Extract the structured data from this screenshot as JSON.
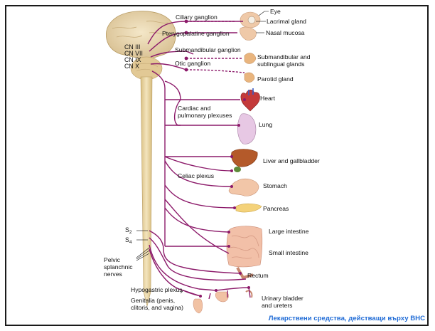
{
  "cranial_nerves": [
    "CN III",
    "CN VII",
    "CN IX",
    "CN X"
  ],
  "ganglia": {
    "ciliary": "Ciliary ganglion",
    "pterygopalatine": "Pterygopalatine ganglion",
    "submandibular": "Submandibular ganglion",
    "otic": "Otic ganglion"
  },
  "organs": {
    "eye": "Eye",
    "lacrimal": "Lacrimal gland",
    "nasal": "Nasal mucosa",
    "submandibular_line1": "Submandibular and",
    "submandibular_line2": "sublingual glands",
    "parotid": "Parotid gland",
    "heart": "Heart",
    "lung": "Lung",
    "liver": "Liver and gallbladder",
    "stomach": "Stomach",
    "pancreas": "Pancreas",
    "large_intestine": "Large intestine",
    "small_intestine": "Small intestine",
    "rectum": "Rectum",
    "bladder_line1": "Urinary bladder",
    "bladder_line2": "and ureters"
  },
  "plexuses": {
    "cardiac_line1": "Cardiac and",
    "cardiac_line2": "pulmonary plexuses",
    "celiac": "Celiac plexus",
    "hypogastric": "Hypogastric plexus"
  },
  "sacral": {
    "s2": "S",
    "s2_sub": "2",
    "s4": "S",
    "s4_sub": "4"
  },
  "pelvic": {
    "line1": "Pelvic",
    "line2": "splanchnic",
    "line3": "nerves"
  },
  "genitalia": {
    "line1": "Genitalia (penis,",
    "line2": "clitoris, and vagina)"
  },
  "caption": "Лекарствени средства,  действащи върху ВНС",
  "colors": {
    "nerve": "#8c1a6a",
    "caption": "#1f6bd6",
    "cord": "#e9d6a4",
    "border": "#1a1a1a"
  }
}
